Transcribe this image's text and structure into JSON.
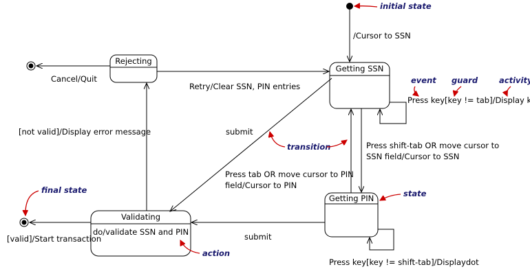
{
  "states": {
    "getting_ssn": {
      "name": "Getting SSN"
    },
    "getting_pin": {
      "name": "Getting PIN"
    },
    "rejecting": {
      "name": "Rejecting"
    },
    "validating": {
      "name": "Validating",
      "action": "do/validate SSN and PIN"
    }
  },
  "transitions": {
    "initial_to_ssn": "/Cursor to SSN",
    "rejecting_to_final": "Cancel/Quit",
    "rejecting_to_ssn": "Retry/Clear SSN, PIN entries",
    "ssn_self": "Press key[key != tab]/Display key",
    "ssn_submit": "submit",
    "ssn_to_pin_line1": "Press tab OR move cursor to PIN",
    "ssn_to_pin_line2": "field/Cursor to PIN",
    "pin_to_ssn_line1": "Press shift-tab OR move cursor to",
    "pin_to_ssn_line2": "SSN field/Cursor to SSN",
    "validating_to_rejecting": "[not valid]/Display error message",
    "validating_to_final": "[valid]/Start transaction",
    "pin_submit": "submit",
    "pin_self": "Press key[key != shift-tab]/Displaydot"
  },
  "annotations": {
    "initial_state": "initial state",
    "final_state": "final state",
    "event": "event",
    "guard": "guard",
    "activity": "activity",
    "transition": "transition",
    "state": "state",
    "action": "action"
  },
  "colors": {
    "annotation_text": "#1a1a6e",
    "annotation_arrow": "#cc0000",
    "line": "#000000"
  }
}
